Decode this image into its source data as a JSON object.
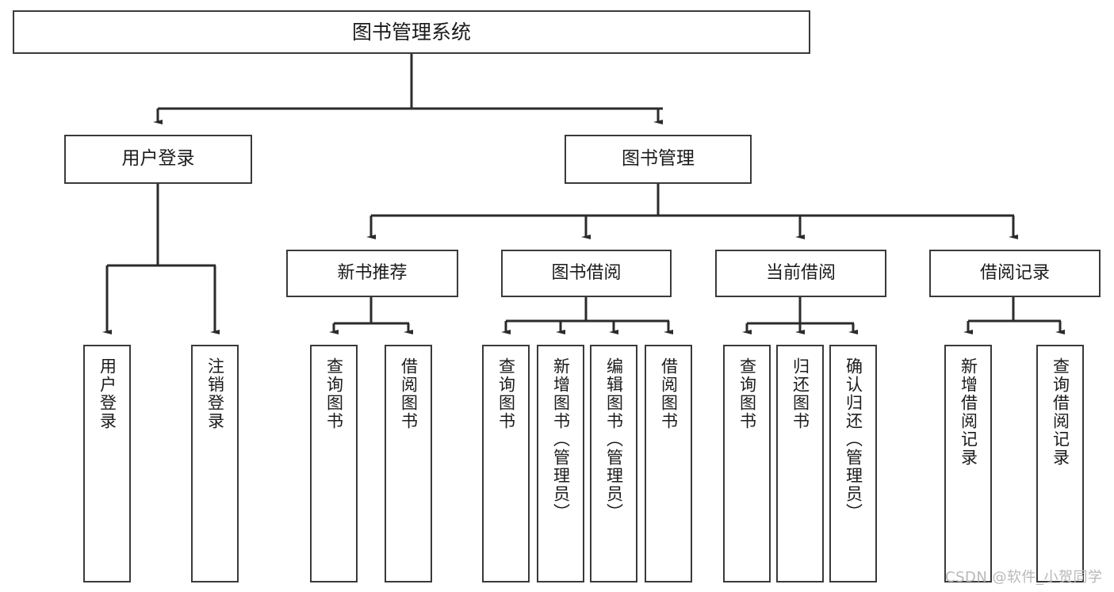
{
  "diagram": {
    "title": "图书管理系统",
    "type": "hierarchy-tree",
    "colors": {
      "box_border": "#3a3a3a",
      "box_fill": "#ffffff",
      "connector": "#2b2b2b",
      "text": "#1b1b1b",
      "watermark": "#b8b8b8",
      "background": "#ffffff"
    },
    "root": {
      "label": "图书管理系统"
    },
    "level2": [
      {
        "label": "用户登录"
      },
      {
        "label": "图书管理"
      }
    ],
    "level3": [
      {
        "label": "新书推荐"
      },
      {
        "label": "图书借阅"
      },
      {
        "label": "当前借阅"
      },
      {
        "label": "借阅记录"
      }
    ],
    "leaves": {
      "user_login": [
        {
          "label": "用户登录"
        },
        {
          "label": "注销登录"
        }
      ],
      "new_book_recommend": [
        {
          "label": "查询图书"
        },
        {
          "label": "借阅图书"
        }
      ],
      "book_borrow": [
        {
          "label": "查询图书"
        },
        {
          "label": "新增图书（管理员）"
        },
        {
          "label": "编辑图书（管理员）"
        },
        {
          "label": "借阅图书"
        }
      ],
      "current_borrow": [
        {
          "label": "查询图书"
        },
        {
          "label": "归还图书"
        },
        {
          "label": "确认归还（管理员）"
        }
      ],
      "borrow_record": [
        {
          "label": "新增借阅记录"
        },
        {
          "label": "查询借阅记录"
        }
      ]
    }
  },
  "watermark": {
    "text": "CSDN @软件_小贺同学"
  }
}
